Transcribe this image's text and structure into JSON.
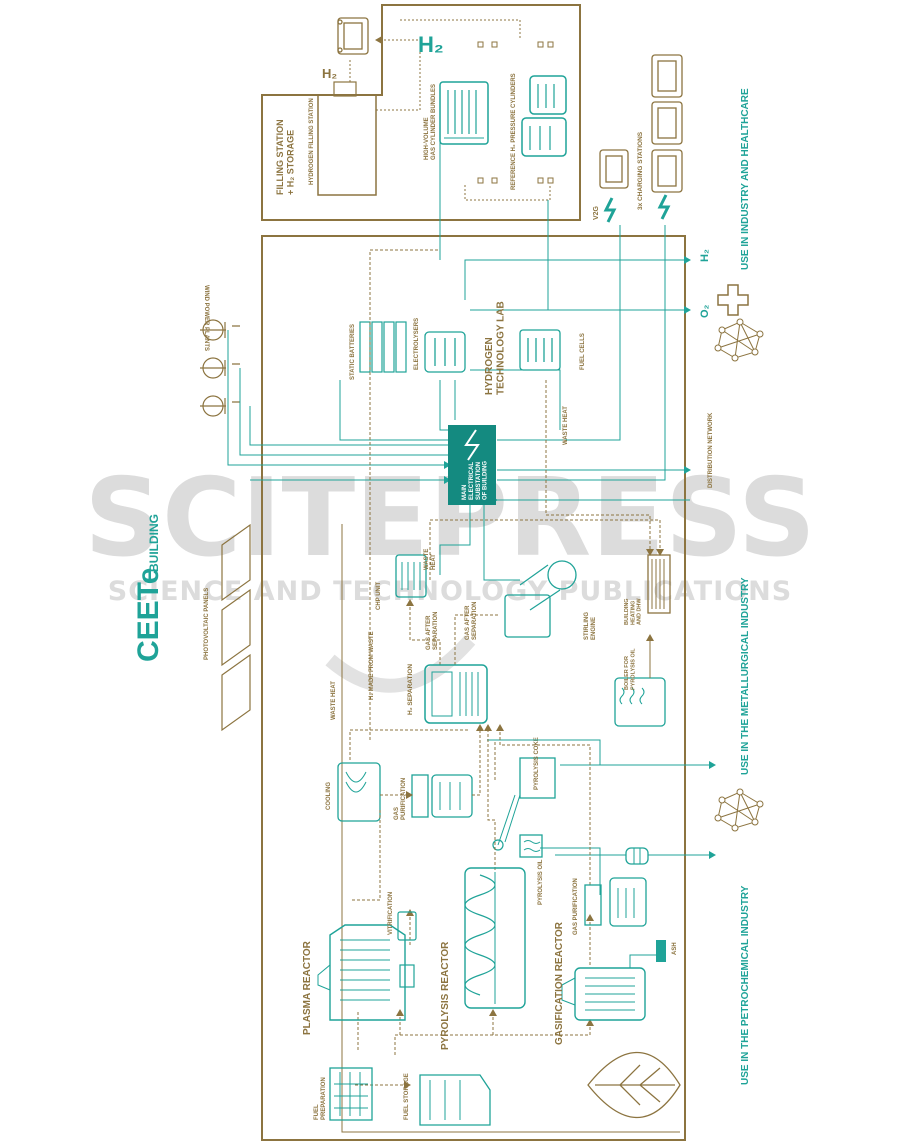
{
  "title": {
    "main": "CEETe",
    "sub": "BUILDING"
  },
  "colors": {
    "gold": "#8c7440",
    "teal": "#1fa398",
    "tealDark": "#148a80",
    "background": "#ffffff",
    "watermark": "#d9d9d9"
  },
  "watermark": {
    "main": "SCITEPRESS",
    "sub": "SCIENCE AND TECHNOLOGY PUBLICATIONS"
  },
  "top": {
    "filling_station": "FILLING STATION\n+ H₂ STORAGE",
    "hydrogen_filling_station": "HYDROGEN FILLING STATION",
    "h2_small": "H₂",
    "h2_large": "H₂",
    "high_volume_bundles": "HIGH-VOLUME\nGAS CYLINDER BUNDLES",
    "reference_cylinders": "REFERENCE H₂ PRESSURE CYLINDERS",
    "v2g": "V2G",
    "charging_stations": "3x CHARGING STATIONS"
  },
  "right": {
    "industry_healthcare": "USE IN INDUSTRY AND HEALTHCARE",
    "metallurgical": "USE IN THE METALLURGICAL INDUSTRY",
    "petrochemical": "USE IN THE PETROCHEMICAL INDUSTRY",
    "h2_out": "H₂",
    "o2_out": "O₂"
  },
  "left": {
    "wind": "WIND POWER\nPLANTS",
    "pv": "PHOTOVOLTAIC PANELS"
  },
  "labels": {
    "static_batteries": "STATIC BATTERIES",
    "electrolysers": "ELECTROLYSERS",
    "hydrogen_lab": "HYDROGEN\nTECHNOLOGY LAB",
    "fuel_cells": "FUEL CELLS",
    "waste_heat_lab": "WASTE HEAT",
    "distribution_network": "DISTRIBUTION NETWORK",
    "main_substation": "MAIN\nELECTRICAL\nSUBSTATION\nOF BUILDING",
    "chp_unit": "CHP UNIT",
    "waste_heat_chp": "WASTE\nHEAT",
    "h2_from_waste": "H₂ MADE FROM WASTE",
    "gas_after_separation_1": "GAS AFTER\nSEPARATION",
    "gas_after_separation_2": "GAS AFTER\nSEPARATION",
    "stirling_engine": "STIRLING\nENGINE",
    "building_heating": "BUILDING\nHEATING\nAND DHW",
    "waste_heat_left": "WASTE HEAT",
    "h2_separation": "H₂ SEPARATION",
    "boiler": "BOILER FOR\nPYROLYSIS OIL",
    "cooling": "COOLING",
    "gas_purification_1": "GAS\nPURIFICATION",
    "pyrolysis_coke": "PYROLYSIS COKE",
    "pyrolysis_oil": "PYROLYSIS OIL",
    "gas_purification_2": "GAS PURIFICATION",
    "ash": "ASH",
    "vitrification": "VITRIFICATION",
    "plasma_reactor": "PLASMA REACTOR",
    "pyrolysis_reactor": "PYROLYSIS REACTOR",
    "gasification_reactor": "GASIFICATION REACTOR",
    "fuel_preparation": "FUEL\nPREPARATION",
    "fuel_storage": "FUEL STORAGE"
  }
}
